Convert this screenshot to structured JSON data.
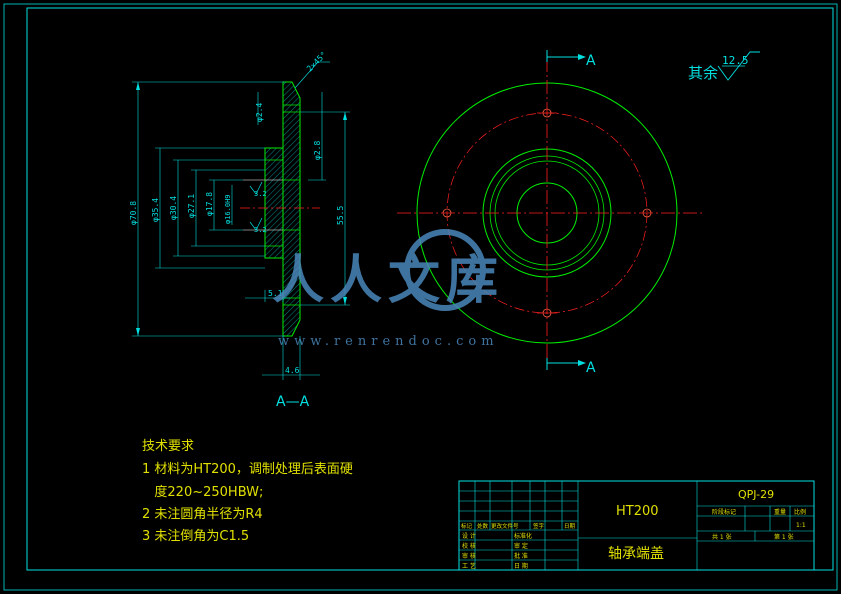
{
  "drawing": {
    "section_view_label": "A—A",
    "cut_label_top": "A",
    "cut_label_bottom": "A",
    "roughness_prefix": "其余",
    "roughness_value": "12.5",
    "chamfer_callout": "2×45°"
  },
  "dimensions": {
    "d70_8": "φ70.8",
    "d35_4": "φ35.4",
    "d30_4": "φ30.4",
    "d27_1": "φ27.1",
    "d17_8": "φ17.8",
    "d16": "φ16.0H9",
    "d2_4": "φ2.4",
    "d2_8": "φ2.8",
    "len55_5": "55.5",
    "len5_1": "5.1",
    "len4_6": "4.6",
    "r3_2a": "3.2",
    "r3_2b": "3.2"
  },
  "tech_requirements": {
    "title": "技术要求",
    "lines": [
      "1 材料为HT200，调制处理后表面硬",
      "   度220~250HBW;",
      "2 未注圆角半径为R4",
      "3 未注倒角为C1.5"
    ]
  },
  "title_block": {
    "material": "HT200",
    "part_name": "轴承端盖",
    "drawing_number": "QPJ-29",
    "scale": "1:1",
    "sheet_total": "共 1 张",
    "sheet_index": "第 1 张",
    "col_stage_mark": "阶段标记",
    "col_weight": "重量",
    "col_scale": "比例",
    "row_labels": [
      "标记",
      "处数",
      "更改文件号",
      "签字",
      "日期"
    ],
    "sign_rows": [
      "设 计",
      "校 核",
      "审 核",
      "工 艺"
    ],
    "sign_rows_right": [
      "标准化",
      "审 定",
      "批 准",
      "日 期"
    ]
  },
  "watermark": {
    "text": "人人文库",
    "url": "www.renrendoc.com"
  },
  "colors": {
    "frame": "#00e0e0",
    "part": "#00ee00",
    "center": "#ff2020",
    "text": "#e0e000",
    "hatch": "#00e0e0"
  }
}
